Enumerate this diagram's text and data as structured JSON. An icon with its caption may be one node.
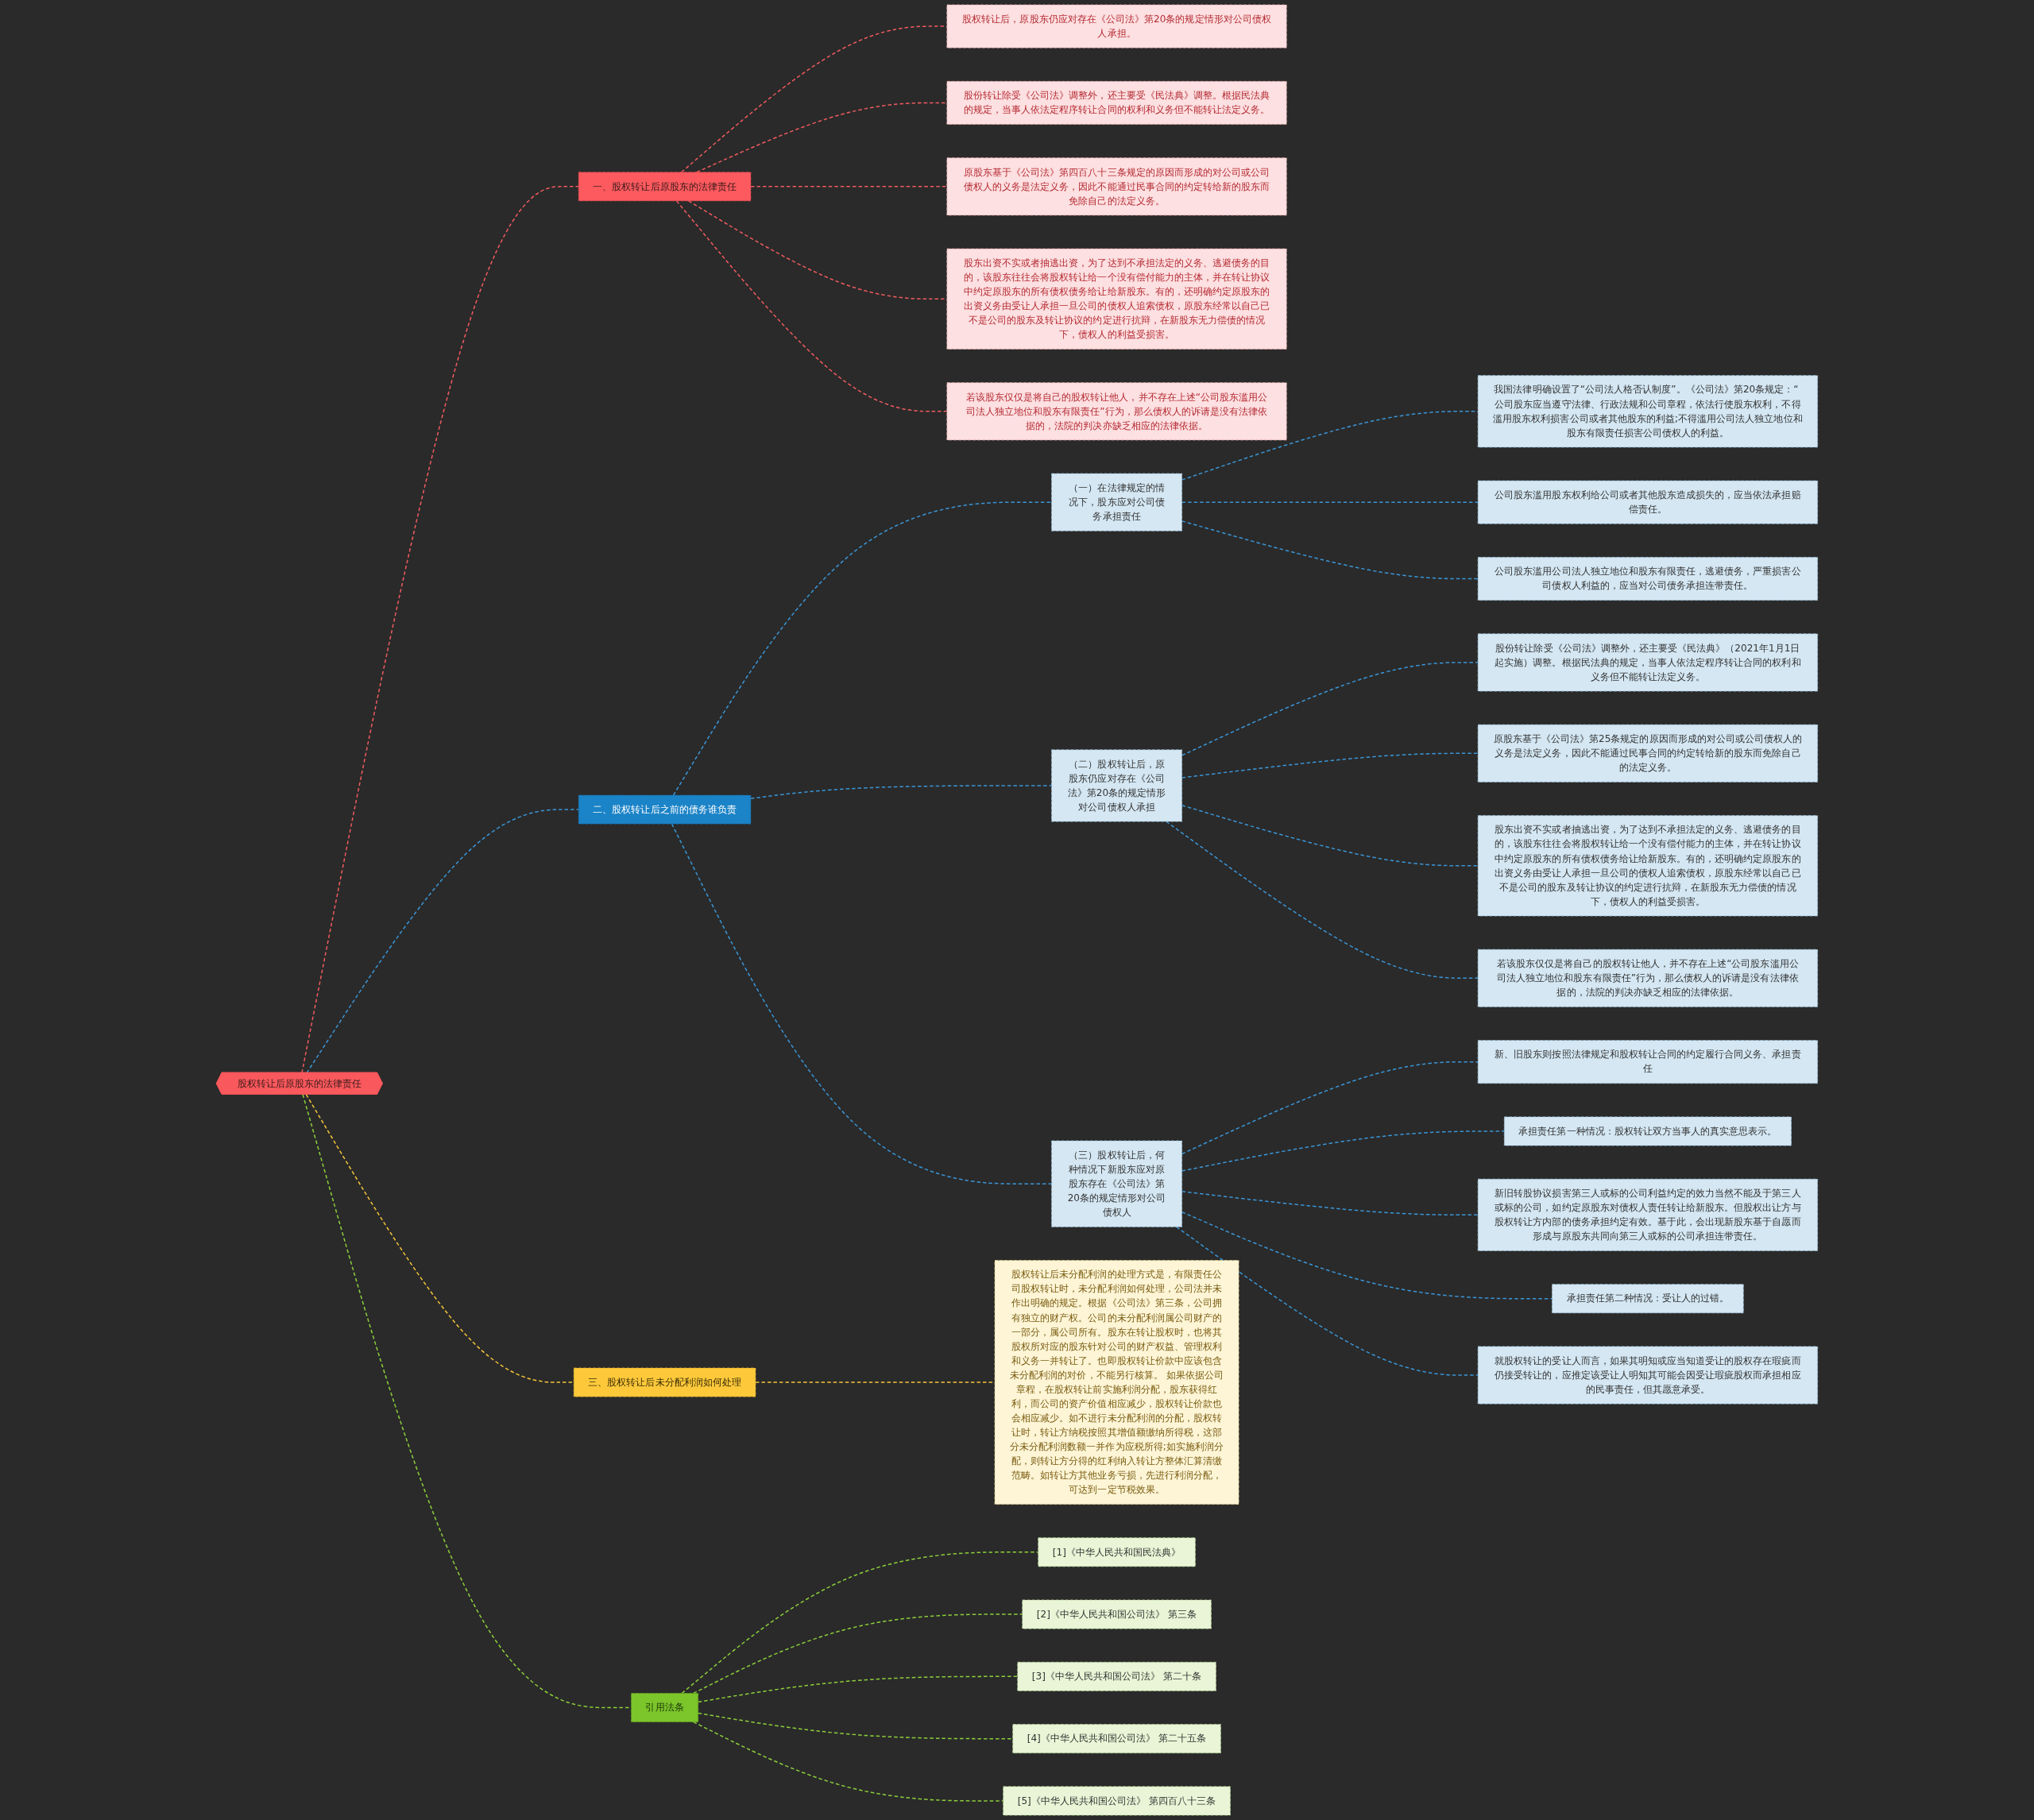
{
  "diagram": {
    "nodes": [
      {
        "text": [
          "股权转让后原股东的法律责任"
        ]
      },
      {
        "text": [
          "一、股权转让后原股东的法律责任"
        ]
      },
      {
        "text": [
          "股权转让后，原股东仍应对存在《公司法》第20条的规定情形对公司债权人承担。"
        ]
      },
      {
        "text": [
          "股份转让除受《公司法》调整外，还主要受《民法典》调整。根据民法典的规定，当事人依法定程序转让合同的权利和义务但不能转让法定义务。"
        ]
      },
      {
        "text": [
          "原股东基于《公司法》第四百八十三条规定的原因而形成的对公司或公司债权人的义务是法定义务，因此不能通过民事合同的约定转给新的股东而免除自己的法定义务。"
        ]
      },
      {
        "text": [
          "股东出资不实或者抽逃出资，为了达到不承担法定的义务、逃避债务的目的，该股东往往会将股权转让给一个没有偿付能力的主体，并在转让协议中约定原股东的所有债权债务给让给新股东。有的，还明确约定原股东的出资义务由受让人承担一旦公司的债权人追索债权，原股东经常以自己已不是公司的股东及转让协议的约定进行抗辩，在新股东无力偿债的情况下，债权人的利益受损害。"
        ]
      },
      {
        "text": [
          "若该股东仅仅是将自己的股权转让他人，并不存在上述“公司股东滥用公司法人独立地位和股东有限责任”行为，那么债权人的诉请是没有法律依据的，法院的判决亦缺乏相应的法律依据。"
        ]
      },
      {
        "text": [
          "二、股权转让后之前的债务谁负责"
        ]
      },
      {
        "text": [
          "（一）在法律规定的情况下，股东应对公司债务承担责任"
        ]
      },
      {
        "text": [
          "我国法律明确设置了“公司法人格否认制度”。《公司法》第20条规定：“ 公司股东应当遵守法律、行政法规和公司章程，依法行使股东权利，不得滥用股东权利损害公司或者其他股东的利益;不得滥用公司法人独立地位和股东有限责任损害公司债权人的利益。"
        ]
      },
      {
        "text": [
          "公司股东滥用股东权利给公司或者其他股东造成损失的，应当依法承担赔偿责任。"
        ]
      },
      {
        "text": [
          "公司股东滥用公司法人独立地位和股东有限责任，逃避债务，严重损害公司债权人利益的，应当对公司债务承担连带责任。"
        ]
      },
      {
        "text": [
          "（二）股权转让后，原股东仍应对存在《公司法》第20条的规定情形对公司债权人承担"
        ]
      },
      {
        "text": [
          "股份转让除受《公司法》调整外，还主要受《民法典》（2021年1月1日起实施）调整。根据民法典的规定，当事人依法定程序转让合同的权利和义务但不能转让法定义务。"
        ]
      },
      {
        "text": [
          "原股东基于《公司法》第25条规定的原因而形成的对公司或公司债权人的义务是法定义务，因此不能通过民事合同的约定转给新的股东而免除自己的法定义务。"
        ]
      },
      {
        "text": [
          "股东出资不实或者抽逃出资，为了达到不承担法定的义务、逃避债务的目的，该股东往往会将股权转让给一个没有偿付能力的主体，并在转让协议中约定原股东的所有债权债务给让给新股东。有的，还明确约定原股东的出资义务由受让人承担一旦公司的债权人追索债权，原股东经常以自己已不是公司的股东及转让协议的约定进行抗辩，在新股东无力偿债的情况下，债权人的利益受损害。"
        ]
      },
      {
        "text": [
          "若该股东仅仅是将自己的股权转让他人，并不存在上述“公司股东滥用公司法人独立地位和股东有限责任”行为，那么债权人的诉请是没有法律依据的，法院的判决亦缺乏相应的法律依据。"
        ]
      },
      {
        "text": [
          "（三）股权转让后，何种情况下新股东应对原股东存在《公司法》第20条的规定情形对公司债权人"
        ]
      },
      {
        "text": [
          "新、旧股东则按照法律规定和股权转让合同的约定履行合同义务、承担责任"
        ]
      },
      {
        "text": [
          "承担责任第一种情况：股权转让双方当事人的真实意思表示。"
        ]
      },
      {
        "text": [
          "新旧转股协议损害第三人或标的公司利益约定的效力当然不能及于第三人或标的公司，如约定原股东对债权人责任转让给新股东。但股权出让方与股权转让方内部的债务承担约定有效。基于此，会出现新股东基于自愿而形成与原股东共同向第三人或标的公司承担连带责任。"
        ]
      },
      {
        "text": [
          "承担责任第二种情况：受让人的过错。"
        ]
      },
      {
        "text": [
          "就股权转让的受让人而言，如果其明知或应当知道受让的股权存在瑕疵而仍接受转让的，应推定该受让人明知其可能会因受让瑕疵股权而承担相应的民事责任，但其愿意承受。"
        ]
      },
      {
        "text": [
          "三、股权转让后未分配利润如何处理"
        ]
      },
      {
        "text": [
          "股权转让后未分配利润的处理方式是，有限责任公司股权转让时，未分配利润如何处理，公司法并未作出明确的规定。根据《公司法》第三条，公司拥有独立的财产权。公司的未分配利润属公司财产的一部分，属公司所有。股东在转让股权时，也将其股权所对应的股东针对公司的财产权益、管理权利和义务一并转让了。也即股权转让价款中应该包含未分配利润的对价，不能另行核算。 如果依据公司章程，在股权转让前实施利润分配，股东获得红利，而公司的资产价值相应减少，股权转让价款也会相应减少。如不进行未分配利润的分配，股权转让时，转让方纳税按照其增值额缴纳所得税，这部分未分配利润数额一并作为应税所得;如实施利润分配，则转让方分得的红利纳入转让方整体汇算清缴范畴。如转让方其他业务亏损，先进行利润分配，可达到一定节税效果。"
        ]
      },
      {
        "text": [
          "引用法条"
        ]
      },
      {
        "text": [
          "[1]《中华人民共和国民法典》"
        ]
      },
      {
        "text": [
          "[2]《中华人民共和国公司法》 第三条"
        ]
      },
      {
        "text": [
          "[3]《中华人民共和国公司法》 第二十条"
        ]
      },
      {
        "text": [
          "[4]《中华人民共和国公司法》 第二十五条"
        ]
      },
      {
        "text": [
          "[5]《中华人民共和国公司法》 第四百八十三条"
        ]
      }
    ],
    "edges": [
      {
        "from": 0,
        "to": 1,
        "arrow": "none",
        "style": "dashed",
        "color": "#f05a5f"
      },
      {
        "from": 1,
        "to": 2,
        "arrow": "none",
        "style": "dashed",
        "color": "#f05a5f"
      },
      {
        "from": 1,
        "to": 3,
        "arrow": "none",
        "style": "dashed",
        "color": "#f05a5f"
      },
      {
        "from": 1,
        "to": 4,
        "arrow": "none",
        "style": "dashed",
        "color": "#f05a5f"
      },
      {
        "from": 1,
        "to": 5,
        "arrow": "none",
        "style": "dashed",
        "color": "#f05a5f"
      },
      {
        "from": 1,
        "to": 6,
        "arrow": "none",
        "style": "dashed",
        "color": "#f05a5f"
      },
      {
        "from": 0,
        "to": 7,
        "arrow": "none",
        "style": "dashed"
      },
      {
        "from": 7,
        "to": 8,
        "arrow": "none",
        "style": "dashed"
      },
      {
        "from": 8,
        "to": 9,
        "arrow": "none",
        "style": "dashed"
      },
      {
        "from": 8,
        "to": 10,
        "arrow": "none",
        "style": "dashed"
      },
      {
        "from": 8,
        "to": 11,
        "arrow": "none",
        "style": "dashed"
      },
      {
        "from": 7,
        "to": 12,
        "arrow": "none",
        "style": "dashed"
      },
      {
        "from": 12,
        "to": 13,
        "arrow": "none",
        "style": "dashed"
      },
      {
        "from": 12,
        "to": 14,
        "arrow": "none",
        "style": "dashed"
      },
      {
        "from": 12,
        "to": 15,
        "arrow": "none",
        "style": "dashed"
      },
      {
        "from": 12,
        "to": 16,
        "arrow": "none",
        "style": "dashed"
      },
      {
        "from": 7,
        "to": 17,
        "arrow": "none",
        "style": "dashed"
      },
      {
        "from": 17,
        "to": 18,
        "arrow": "none",
        "style": "dashed"
      },
      {
        "from": 17,
        "to": 19,
        "arrow": "none",
        "style": "dashed"
      },
      {
        "from": 17,
        "to": 20,
        "arrow": "none",
        "style": "dashed"
      },
      {
        "from": 17,
        "to": 21,
        "arrow": "none",
        "style": "dashed"
      },
      {
        "from": 17,
        "to": 22,
        "arrow": "none",
        "style": "dashed"
      },
      {
        "from": 0,
        "to": 23,
        "arrow": "none",
        "style": "dashed",
        "color": "#f5c53a"
      },
      {
        "from": 23,
        "to": 24,
        "arrow": "none",
        "style": "dashed",
        "color": "#f5c53a"
      },
      {
        "from": 0,
        "to": 25,
        "arrow": "none",
        "style": "dashed",
        "color": "#8ccf3a"
      },
      {
        "from": 25,
        "to": 26,
        "arrow": "none",
        "style": "dashed",
        "color": "#8ccf3a"
      },
      {
        "from": 25,
        "to": 27,
        "arrow": "none",
        "style": "dashed",
        "color": "#8ccf3a"
      },
      {
        "from": 25,
        "to": 28,
        "arrow": "none",
        "style": "dashed",
        "color": "#8ccf3a"
      },
      {
        "from": 25,
        "to": 29,
        "arrow": "none",
        "style": "dashed",
        "color": "#8ccf3a"
      },
      {
        "from": 25,
        "to": 30,
        "arrow": "none",
        "style": "dashed",
        "color": "#8ccf3a"
      }
    ]
  }
}
